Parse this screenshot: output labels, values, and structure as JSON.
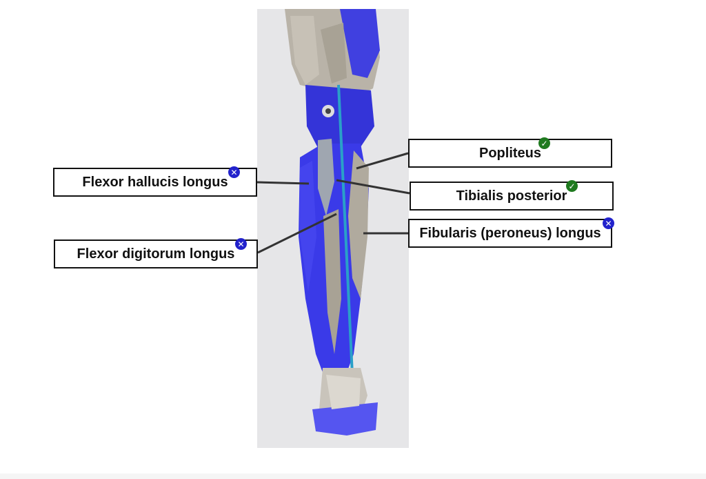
{
  "labels": [
    {
      "id": "popliteus",
      "text": "Popliteus",
      "status": "correct"
    },
    {
      "id": "flexor-hallucis-longus",
      "text": "Flexor hallucis longus",
      "status": "incorrect"
    },
    {
      "id": "tibialis-posterior",
      "text": "Tibialis posterior",
      "status": "correct"
    },
    {
      "id": "fibularis-longus",
      "text": "Fibularis (peroneus) longus",
      "status": "incorrect"
    },
    {
      "id": "flexor-digitorum-longus",
      "text": "Flexor digitorum longus",
      "status": "incorrect"
    }
  ],
  "icons": {
    "correct": "check-circle-icon",
    "incorrect": "x-circle-icon"
  },
  "colors": {
    "correct_badge": "#1f7a1f",
    "incorrect_badge": "#2222cc",
    "muscle_highlight": "#3a3ae8",
    "border": "#111111"
  }
}
